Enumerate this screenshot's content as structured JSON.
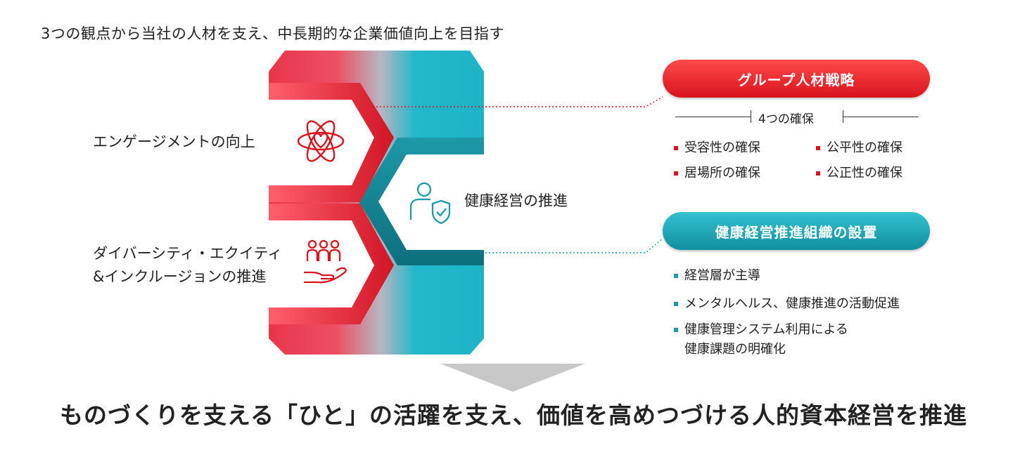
{
  "header": {
    "text": "3つの観点から当社の人材を支え、中長期的な企業価値向上を目指す"
  },
  "left_labels": {
    "engagement": "エンゲージメントの向上",
    "dei_line1": "ダイバーシティ・エクイティ",
    "dei_line2": "&インクルージョンの推進"
  },
  "center_label": "健康経営の推進",
  "group_strategy": {
    "title": "グループ人材戦略",
    "subheading": "4つの確保",
    "items": [
      "受容性の確保",
      "公平性の確保",
      "居場所の確保",
      "公正性の確保"
    ]
  },
  "health_org": {
    "title": "健康経営推進組織の設置",
    "items": [
      "経営層が主導",
      "メンタルヘルス、健康推進の活動促進",
      "健康管理システム利用による",
      "健康課題の明確化"
    ]
  },
  "bottom": {
    "text": "ものづくりを支える「ひと」の活躍を支え、価値を高めつづける人的資本経営を推進"
  },
  "icons": {
    "engagement": "atom-heart-icon",
    "dei": "people-hand-icon",
    "health": "person-shield-check-icon"
  },
  "colors": {
    "red": "#d7141c",
    "teal": "#1a9aa8",
    "arrow": "#c8c8c8"
  }
}
